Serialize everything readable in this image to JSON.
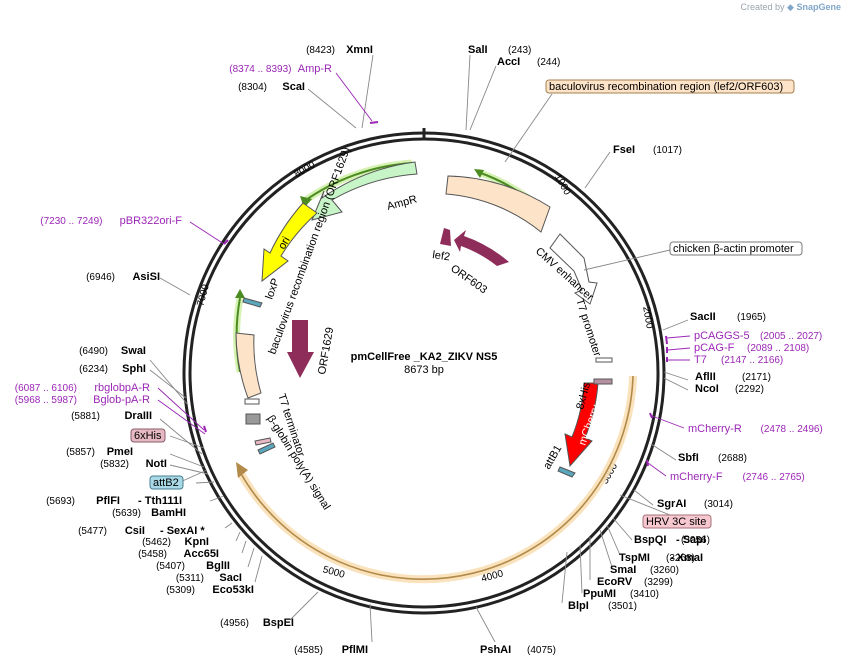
{
  "credit": {
    "prefix": "Created by",
    "brand": "SnapGene"
  },
  "plasmid": {
    "name": "pmCellFree _KA2_ZIKV NS5",
    "size": "8673 bp"
  },
  "ticks": [
    "1000",
    "2000",
    "3000",
    "4000",
    "5000",
    "7000",
    "8000"
  ],
  "enzymes": [
    {
      "name": "XmnI",
      "pos": "(8423)"
    },
    {
      "name": "ScaI",
      "pos": "(8304)"
    },
    {
      "name": "SalI",
      "pos": "(243)"
    },
    {
      "name": "AccI",
      "pos": "(244)"
    },
    {
      "name": "FseI",
      "pos": "(1017)"
    },
    {
      "name": "SacII",
      "pos": "(1965)"
    },
    {
      "name": "AflII",
      "pos": "(2171)"
    },
    {
      "name": "NcoI",
      "pos": "(2292)"
    },
    {
      "name": "SbfI",
      "pos": "(2688)"
    },
    {
      "name": "SgrAI",
      "pos": "(3014)"
    },
    {
      "name": "BspQI",
      "pos": "(3056)"
    },
    {
      "name": "SapI",
      "pos": ""
    },
    {
      "name": "TspMI",
      "pos": "(3258)"
    },
    {
      "name": "XmaI",
      "pos": ""
    },
    {
      "name": "SmaI",
      "pos": "(3260)"
    },
    {
      "name": "EcoRV",
      "pos": "(3299)"
    },
    {
      "name": "PpuMI",
      "pos": "(3410)"
    },
    {
      "name": "BlpI",
      "pos": "(3501)"
    },
    {
      "name": "PshAI",
      "pos": "(4075)"
    },
    {
      "name": "PflMI",
      "pos": "(4585)"
    },
    {
      "name": "BspEI",
      "pos": "(4956)"
    },
    {
      "name": "Eco53kI",
      "pos": "(5309)"
    },
    {
      "name": "SacI",
      "pos": "(5311)"
    },
    {
      "name": "BglII",
      "pos": "(5407)"
    },
    {
      "name": "Acc65I",
      "pos": "(5458)"
    },
    {
      "name": "KpnI",
      "pos": "(5462)"
    },
    {
      "name": "CsiI",
      "pos": "(5477)"
    },
    {
      "name": "SexAI *",
      "pos": ""
    },
    {
      "name": "BamHI",
      "pos": "(5639)"
    },
    {
      "name": "PflFI",
      "pos": "(5693)"
    },
    {
      "name": "Tth111I",
      "pos": ""
    },
    {
      "name": "NotI",
      "pos": "(5832)"
    },
    {
      "name": "PmeI",
      "pos": "(5857)"
    },
    {
      "name": "DraIII",
      "pos": "(5881)"
    },
    {
      "name": "SwaI",
      "pos": "(6490)"
    },
    {
      "name": "SphI",
      "pos": "(6234)"
    },
    {
      "name": "AsiSI",
      "pos": "(6946)"
    }
  ],
  "primers": [
    {
      "name": "Amp-R",
      "range": "(8374 .. 8393)"
    },
    {
      "name": "pBR322ori-F",
      "range": "(7230 .. 7249)"
    },
    {
      "name": "pCAGGS-5",
      "range": "(2005 .. 2027)"
    },
    {
      "name": "pCAG-F",
      "range": "(2089 .. 2108)"
    },
    {
      "name": "T7",
      "range": "(2147 .. 2166)"
    },
    {
      "name": "mCherry-R",
      "range": "(2478 .. 2496)"
    },
    {
      "name": "mCherry-F",
      "range": "(2746 .. 2765)"
    },
    {
      "name": "rbglobpA-R",
      "range": "(6087 .. 6106)"
    },
    {
      "name": "Bglob-pA-R",
      "range": "(5968 .. 5987)"
    }
  ],
  "boxed_features": [
    {
      "label": "baculovirus recombination region (lef2/ORF603)",
      "fill": "#fde3c8",
      "stroke": "#a57f4f"
    },
    {
      "label": "chicken β-actin promoter",
      "fill": "#ffffff",
      "stroke": "#7a7a7a"
    },
    {
      "label": "HRV 3C site",
      "fill": "#f6c7cf",
      "stroke": "#a5707a"
    },
    {
      "label": "6xHis",
      "fill": "#e5b8c4",
      "stroke": "#8a5b68"
    },
    {
      "label": "attB2",
      "fill": "#a9d8e6",
      "stroke": "#457e8f"
    }
  ],
  "features": {
    "ampr": "AmpR",
    "ori": "ori",
    "cmv": "CMV enhancer",
    "t7promoter": "T7 promoter",
    "lef2": "lef2",
    "orf603": "ORF603",
    "his8": "8xHis",
    "mcherry": "mCherry",
    "attb1": "attB1",
    "bac_region": "baculovirus recombination region (ORF1629)",
    "orf1629": "ORF1629",
    "loxp": "loxP",
    "t7term": "T7 terminator",
    "bglobin": "β-globin poly(A) signal"
  },
  "colors": {
    "backbone": "#222222",
    "ampr": "#c8f5c8",
    "ori": "#ffff00",
    "cmv": "#fde3c8",
    "lef2": "#8e2c5a",
    "mcherry": "#ff0000",
    "primer": "#9b26b6",
    "insert_region": "#e8b467"
  }
}
